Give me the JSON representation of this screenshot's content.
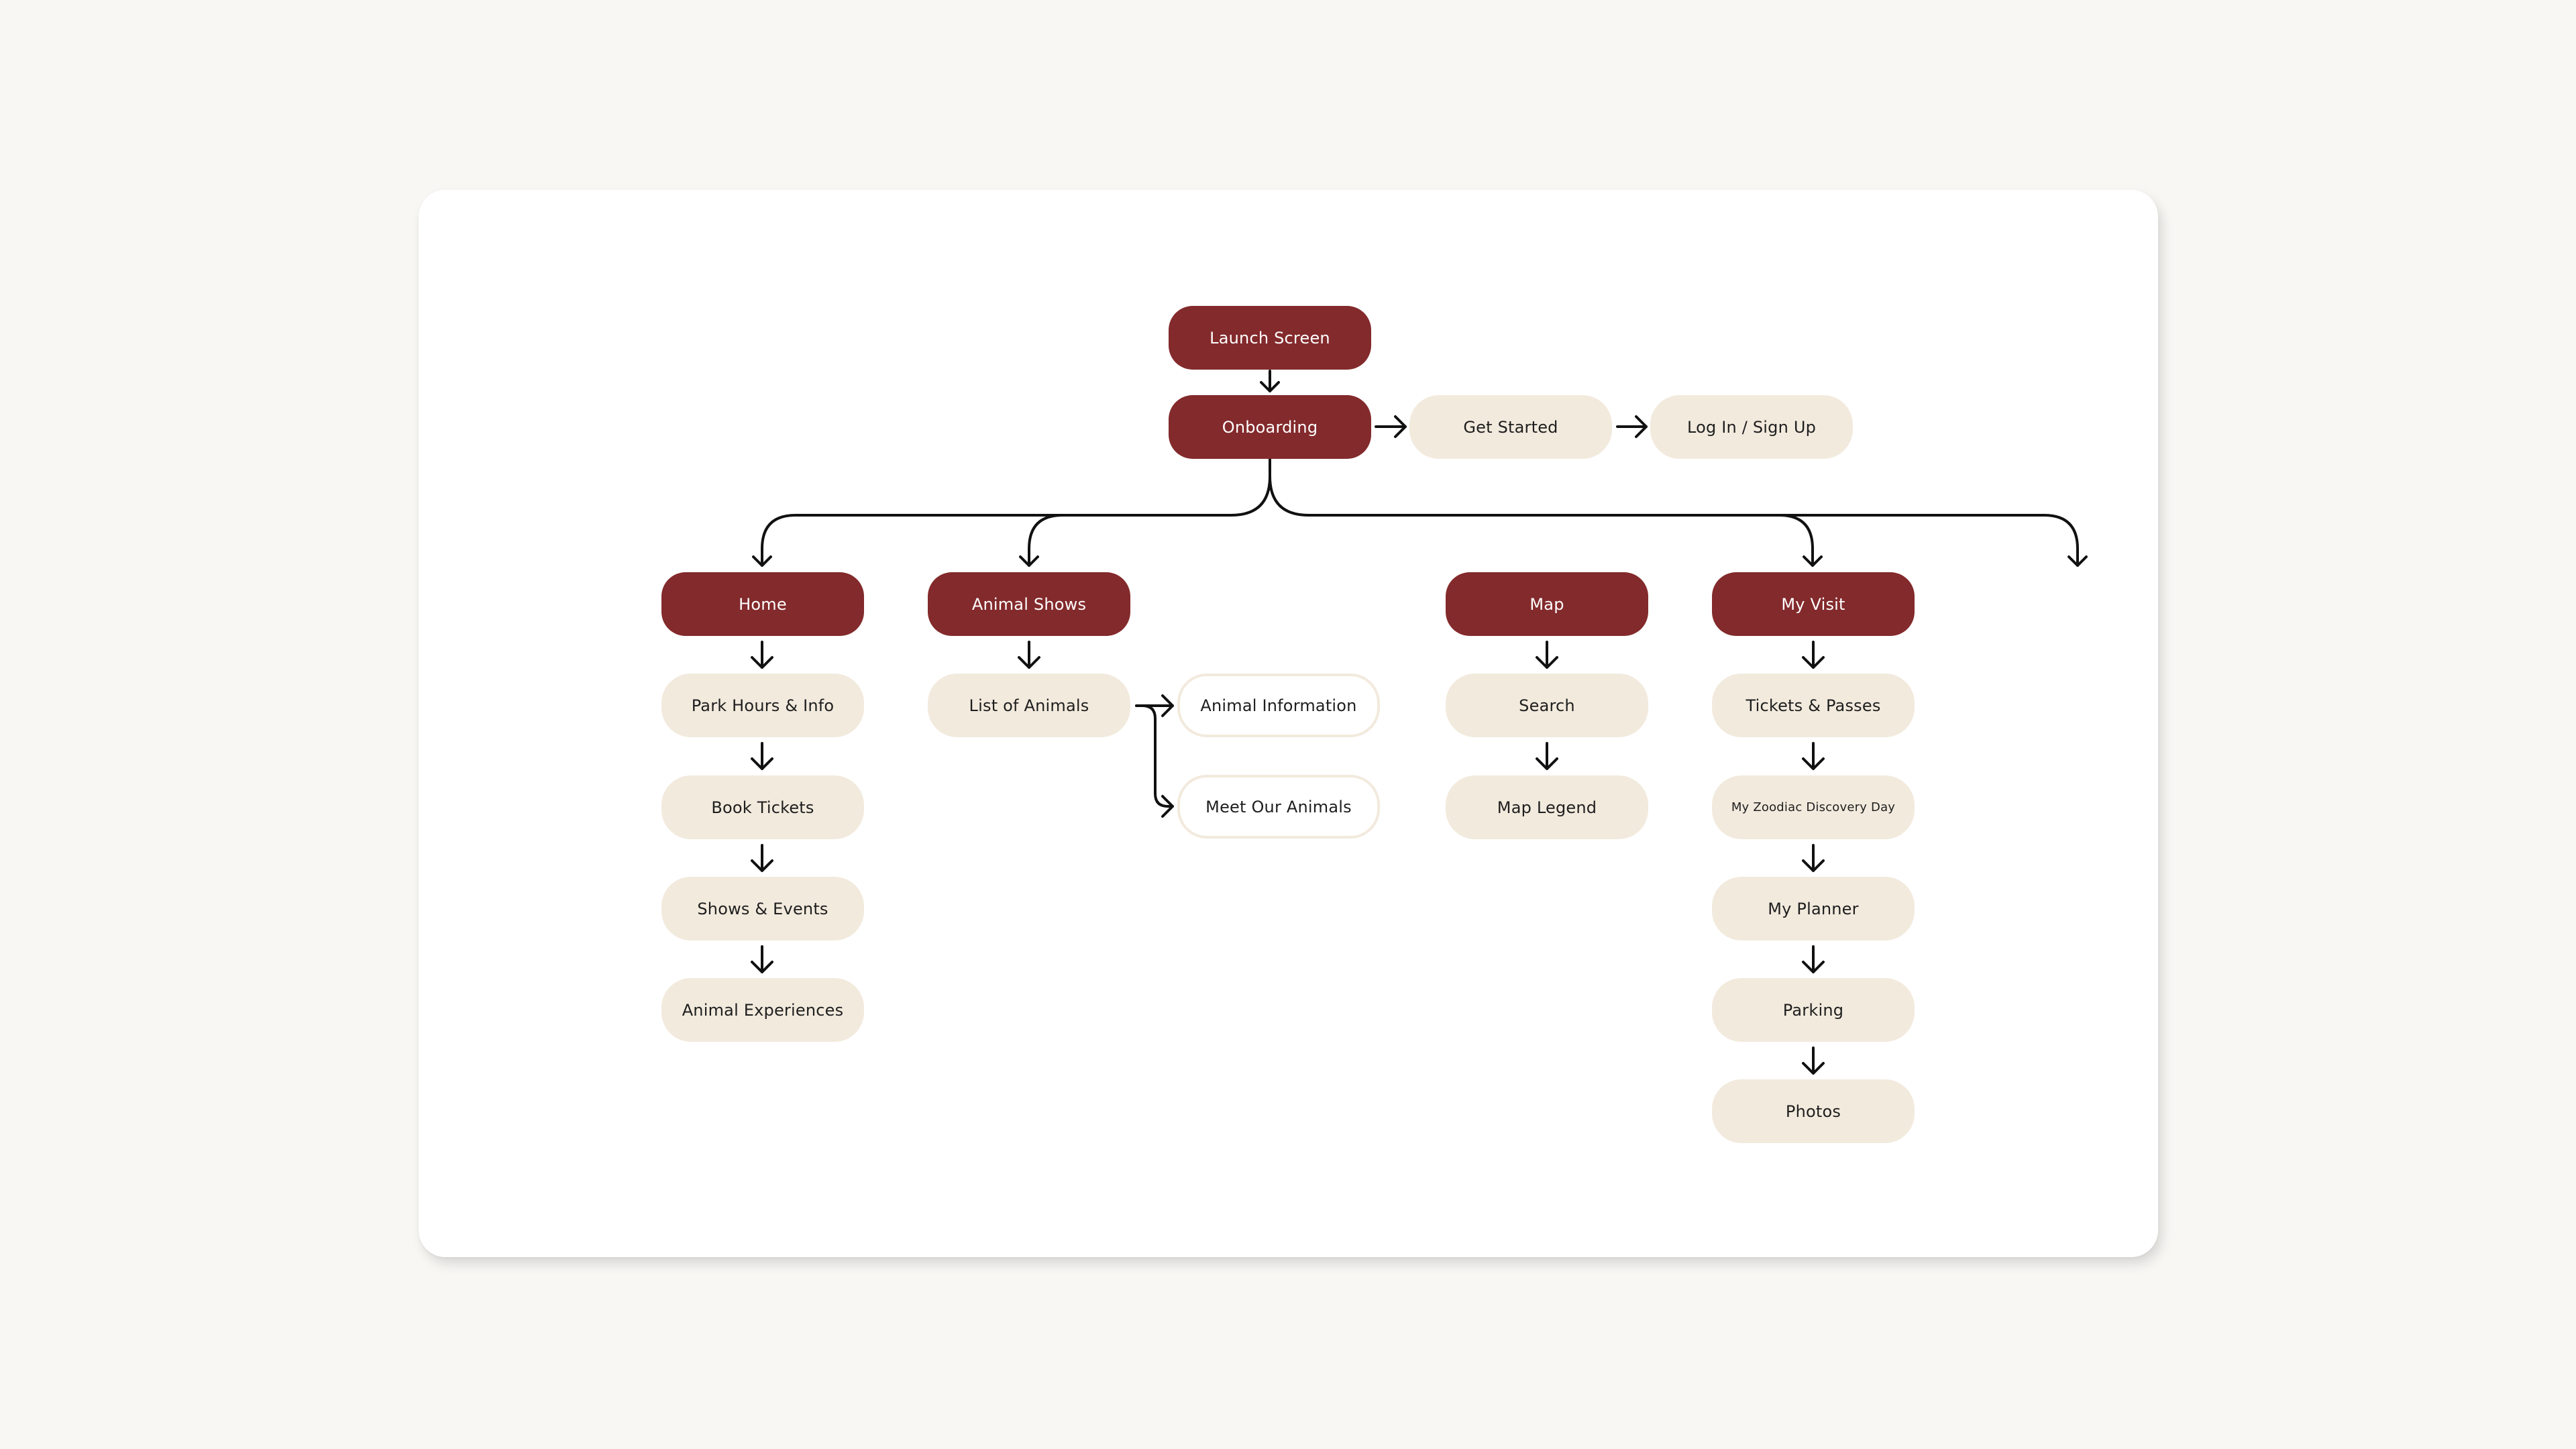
{
  "nodes": {
    "launch_screen": "Launch Screen",
    "onboarding": "Onboarding",
    "get_started": "Get Started",
    "login_signup": "Log In / Sign Up",
    "home": "Home",
    "park_hours": "Park Hours & Info",
    "book_tickets": "Book Tickets",
    "shows_events": "Shows & Events",
    "animal_experiences": "Animal Experiences",
    "animal_shows": "Animal Shows",
    "list_of_animals": "List of Animals",
    "animal_information": "Animal Information",
    "meet_our_animals": "Meet Our Animals",
    "map": "Map",
    "search": "Search",
    "map_legend": "Map Legend",
    "my_visit": "My Visit",
    "tickets_passes": "Tickets & Passes",
    "zodiac_day": "My Zoodiac Discovery Day",
    "my_planner": "My Planner",
    "parking": "Parking",
    "photos": "Photos"
  },
  "colors": {
    "primary": "#832a2c",
    "secondary": "#f2eadd",
    "background": "#f8f7f4",
    "card": "#ffffff",
    "connector": "#111111"
  }
}
